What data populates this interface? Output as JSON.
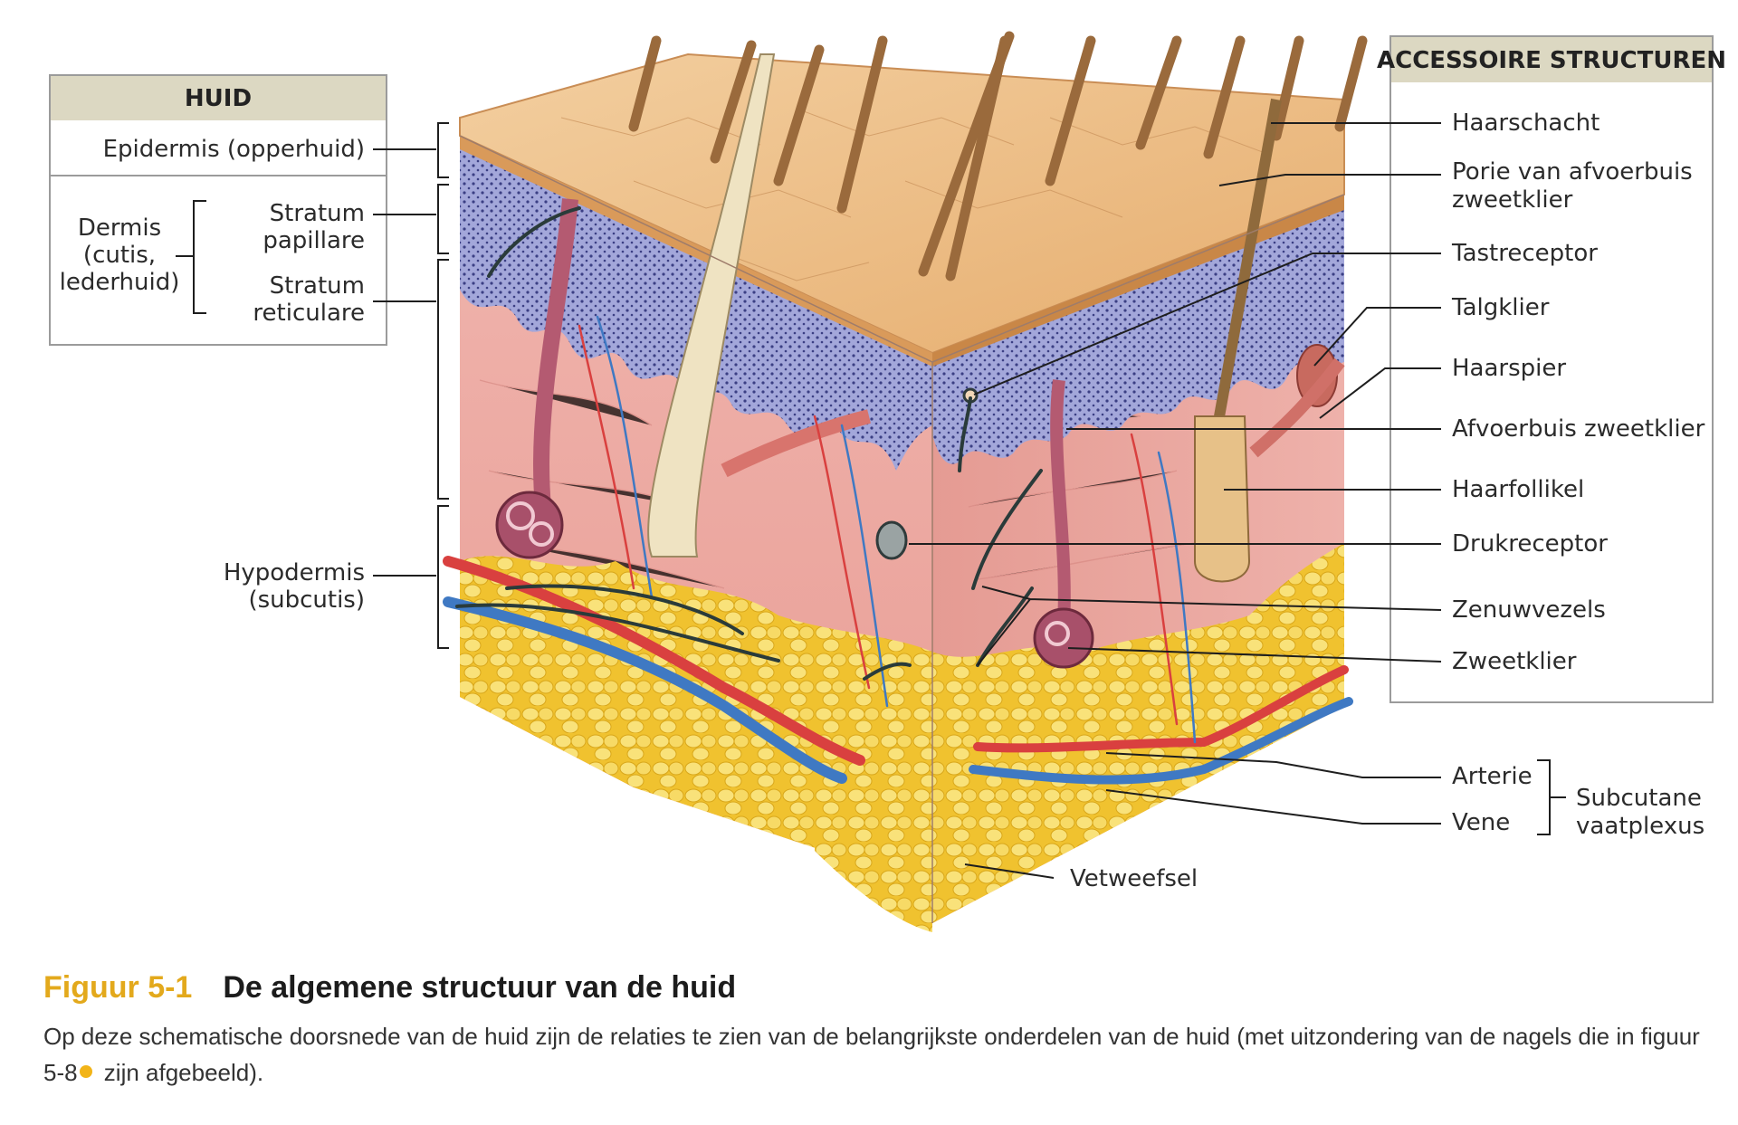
{
  "huid_box": {
    "header": "HUID",
    "epidermis": "Epidermis (opperhuid)",
    "dermis_lines": [
      "Dermis",
      "(cutis,",
      "lederhuid)"
    ],
    "papillare_lines": [
      "Stratum",
      "papillare"
    ],
    "reticulare_lines": [
      "Stratum",
      "reticulare"
    ]
  },
  "hypodermis_lines": [
    "Hypodermis",
    "(subcutis)"
  ],
  "accessory_box": {
    "header": "ACCESSOIRE STRUCTUREN",
    "haarschacht": "Haarschacht",
    "porie_lines": [
      "Porie van afvoerbuis",
      "zweetklier"
    ],
    "tastreceptor": "Tastreceptor",
    "talgklier": "Talgklier",
    "haarspier": "Haarspier",
    "afvoerbuis": "Afvoerbuis zweetklier",
    "haarfollikel": "Haarfollikel",
    "drukreceptor": "Drukreceptor",
    "zenuwvezels": "Zenuwvezels",
    "zweetklier": "Zweetklier"
  },
  "vessels": {
    "arterie": "Arterie",
    "vene": "Vene",
    "plexus_lines": [
      "Subcutane",
      "vaatplexus"
    ]
  },
  "vetweefsel": "Vetweefsel",
  "caption": {
    "number": "Figuur 5-1",
    "title": "De algemene structuur van de huid",
    "text_before": "Op deze schematische doorsnede van de huid zijn de relaties te zien van de belangrijkste onderdelen van de huid (met uitzondering van de nagels die in figuur 5-8",
    "text_after": " zijn afgebeeld)."
  },
  "colors": {
    "box_header": "#dcd8c2",
    "caption_number": "#e3a91c",
    "epidermis_surface": "#e9b57a",
    "dermis": "#efb1ad",
    "papillary_layer": "#9aa0d6",
    "fat": "#f3cb3a",
    "artery": "#d9403f",
    "vein": "#3f79c3",
    "nerve": "#2a3b3a"
  }
}
